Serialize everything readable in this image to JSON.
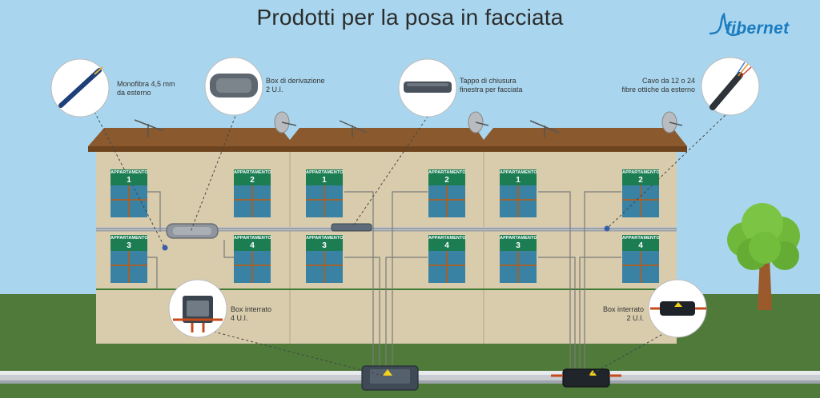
{
  "title": "Prodotti per la posa in facciata",
  "logo": {
    "text": "fibernet",
    "icon": "fibernet-wave-icon",
    "color": "#1a7bc0"
  },
  "callouts": {
    "monofibra": {
      "line1": "Monofibra 4,5 mm",
      "line2": "da esterno"
    },
    "box_derivazione": {
      "line1": "Box di derivazione",
      "line2": "2 U.I."
    },
    "tappo": {
      "line1": "Tappo di chiusura",
      "line2": "finestra per facciata"
    },
    "cavo": {
      "line1": "Cavo da 12 o 24",
      "line2": "fibre ottiche da esterno"
    },
    "box_interrato_4": {
      "line1": "Box interrato",
      "line2": "4 U.I."
    },
    "box_interrato_2": {
      "line1": "Box interrato",
      "line2": "2 U.I."
    }
  },
  "apartment_caption": "APPARTAMENTO",
  "apartments": [
    "1",
    "2",
    "1",
    "2",
    "1",
    "2",
    "3",
    "4",
    "3",
    "4",
    "3",
    "4"
  ],
  "colors": {
    "sky": "#a9d6ee",
    "grass": "#4f7a3a",
    "wall": "#d8ccac",
    "roof": "#8a5a2e",
    "window_glass": "#3a82a3",
    "window_frame": "#a0632f",
    "apartment_label": "#1c7d53",
    "cable": "#3a5fa8"
  }
}
